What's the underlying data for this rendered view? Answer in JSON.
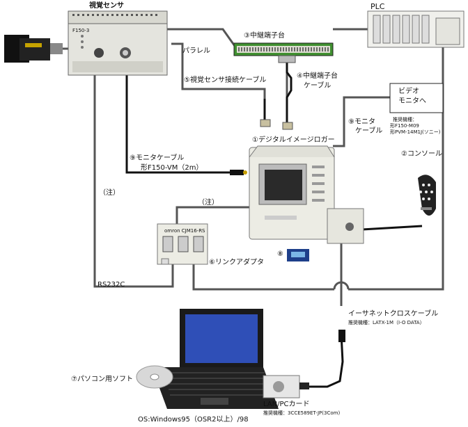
{
  "devices": {
    "vision_sensor": "視覚センサ",
    "plc": "PLC",
    "relay_terminal": "③中継端子台",
    "relay_terminal_cable_1": "④中継端子台",
    "relay_terminal_cable_2": "ケーブル",
    "sensor_cable": "⑤視覚センサ接続ケーブル",
    "parallel": "パラレル",
    "digital_logger": "①デジタルイメージロガー",
    "console": "②コンソール",
    "link_adapter": "⑥リンクアダプタ",
    "pc_software": "⑦パソコン用ソフト",
    "memory_card": "⑧",
    "lan_card": "LAN/PCカード",
    "lan_card_model": "推奨機種：3CCE589ET-JP(3Com)",
    "os": "OS:Windows95（OSR2以上）/98"
  },
  "video": {
    "line1": "ビデオ",
    "line2": "モニタへ"
  },
  "monitor_cable_right": {
    "line1": "⑨モニタ",
    "line2": "ケーブル",
    "rec": "推奨機種：",
    "model1": "形F150-M09",
    "model2": "形PVM-14M1J(ソニー)"
  },
  "monitor_cable_left": {
    "line1": "⑨モニタケーブル",
    "line2": "形F150-VM（2m）"
  },
  "notes": {
    "note_left": "（注）",
    "note_adapter": "（注）",
    "rs232c": "RS232C"
  },
  "ethernet": {
    "title": "イーサネットクロスケーブル",
    "model": "推奨機種：LATX-1M（I-O DATA）"
  },
  "device_text": {
    "sensor_tiny": "F150-3",
    "adapter_brand": "omron CJM16-RS"
  },
  "colors": {
    "line": "#555555",
    "cable_black": "#111111",
    "device_body": "#e8e8e0",
    "screen": "#2a2a2a",
    "terminal_green": "#3f8f2f"
  }
}
